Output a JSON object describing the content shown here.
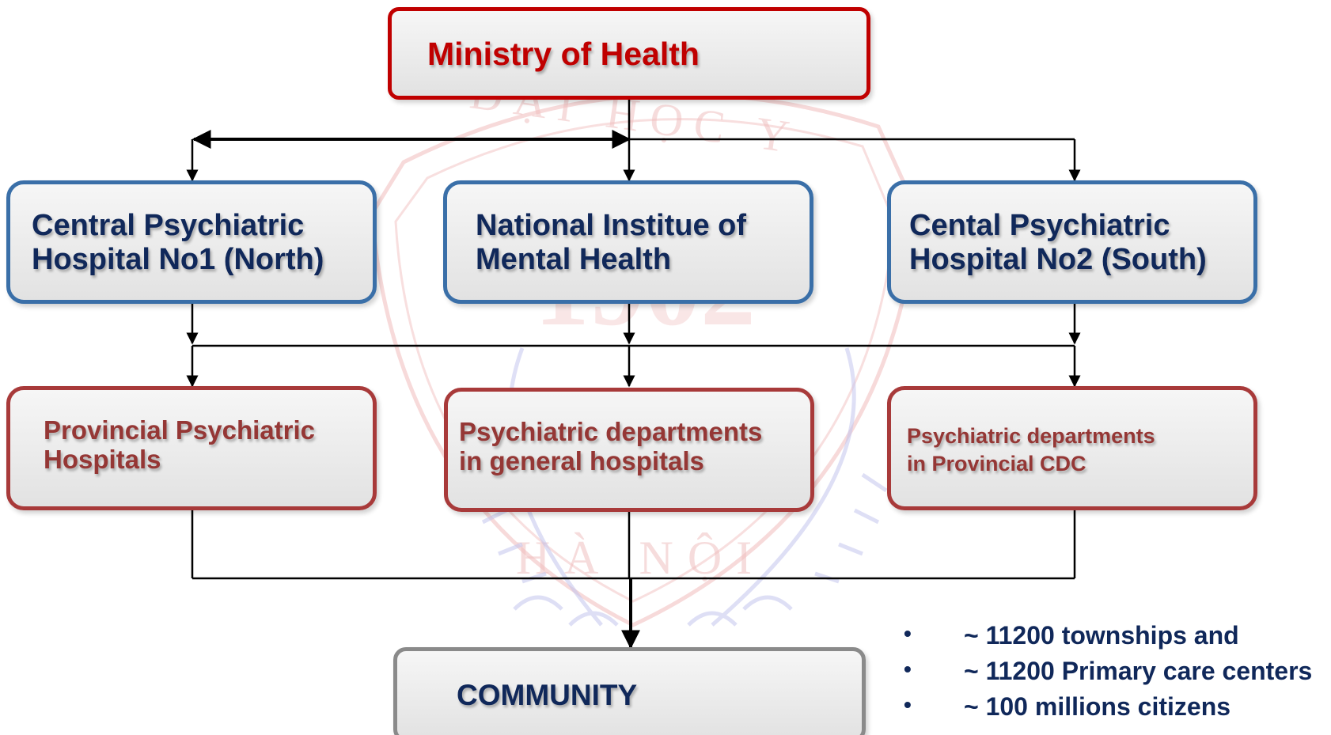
{
  "nodes": {
    "ministry": "Ministry of Health",
    "north": "Central Psychiatric\nHospital No1 (North)",
    "nimh": "National Institue of\nMental Health",
    "south": "Cental Psychiatric\nHospital No2 (South)",
    "provincial_hospitals": "Provincial Psychiatric\nHospitals",
    "general_departments": "Psychiatric departments\nin general hospitals",
    "cdc_departments": "Psychiatric departments\nin Provincial CDC",
    "community": "COMMUNITY"
  },
  "stats": [
    "~ 11200 townships and",
    "~ 11200 Primary care centers",
    "~ 100 millions citizens"
  ],
  "bullet_symbol": "•",
  "watermark": {
    "top_text": "ĐẠI HỌC Y",
    "year": "1902",
    "bottom_text": "HÀ NỘI"
  },
  "colors": {
    "ministry_border": "#c00000",
    "level1_border": "#3a6fa8",
    "level2_border": "#a83a3a",
    "community_border": "#8a8a8a",
    "navy_text": "#10285a",
    "maroon_text": "#953735",
    "watermark_red": "#e8a0a0",
    "watermark_blue": "#b0b4e8"
  }
}
